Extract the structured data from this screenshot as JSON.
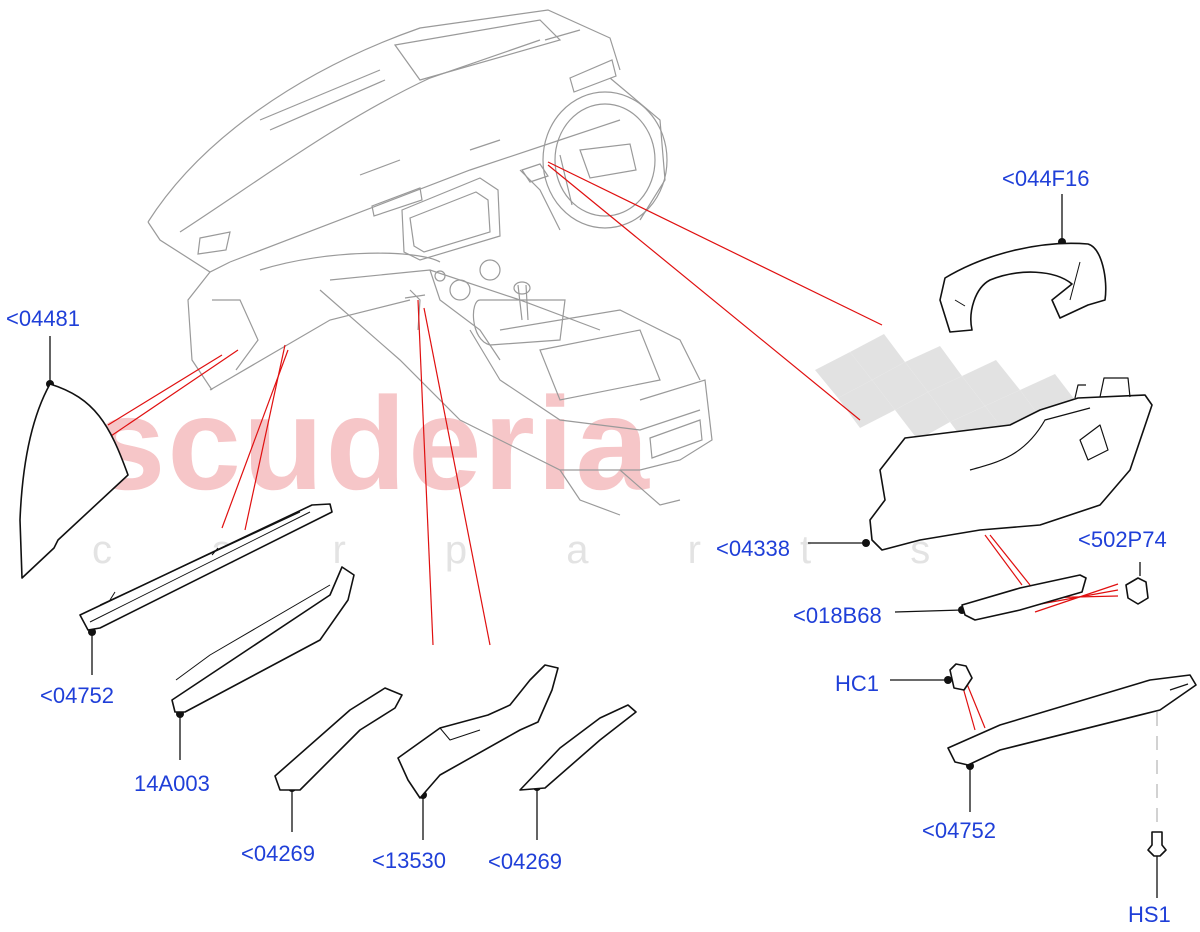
{
  "watermark": {
    "main": "scuderia",
    "sub": "c a r p a r t s",
    "main_color": "#f6c6c8",
    "sub_color": "#e3e3e3"
  },
  "colors": {
    "label": "#1f3fd8",
    "leader_red": "#e01010",
    "part_line": "#111111",
    "dash_line": "#b5b5b5"
  },
  "labels": {
    "part_044F16": "<044F16",
    "part_04481": "<04481",
    "part_04338": "<04338",
    "part_502P74": "<502P74",
    "part_018B68": "<018B68",
    "part_HC1": "HC1",
    "part_04752_left": "<04752",
    "part_14A003": "14A003",
    "part_04269_left": "<04269",
    "part_13530": "<13530",
    "part_04269_right": "<04269",
    "part_04752_right": "<04752",
    "part_HS1": "HS1"
  }
}
